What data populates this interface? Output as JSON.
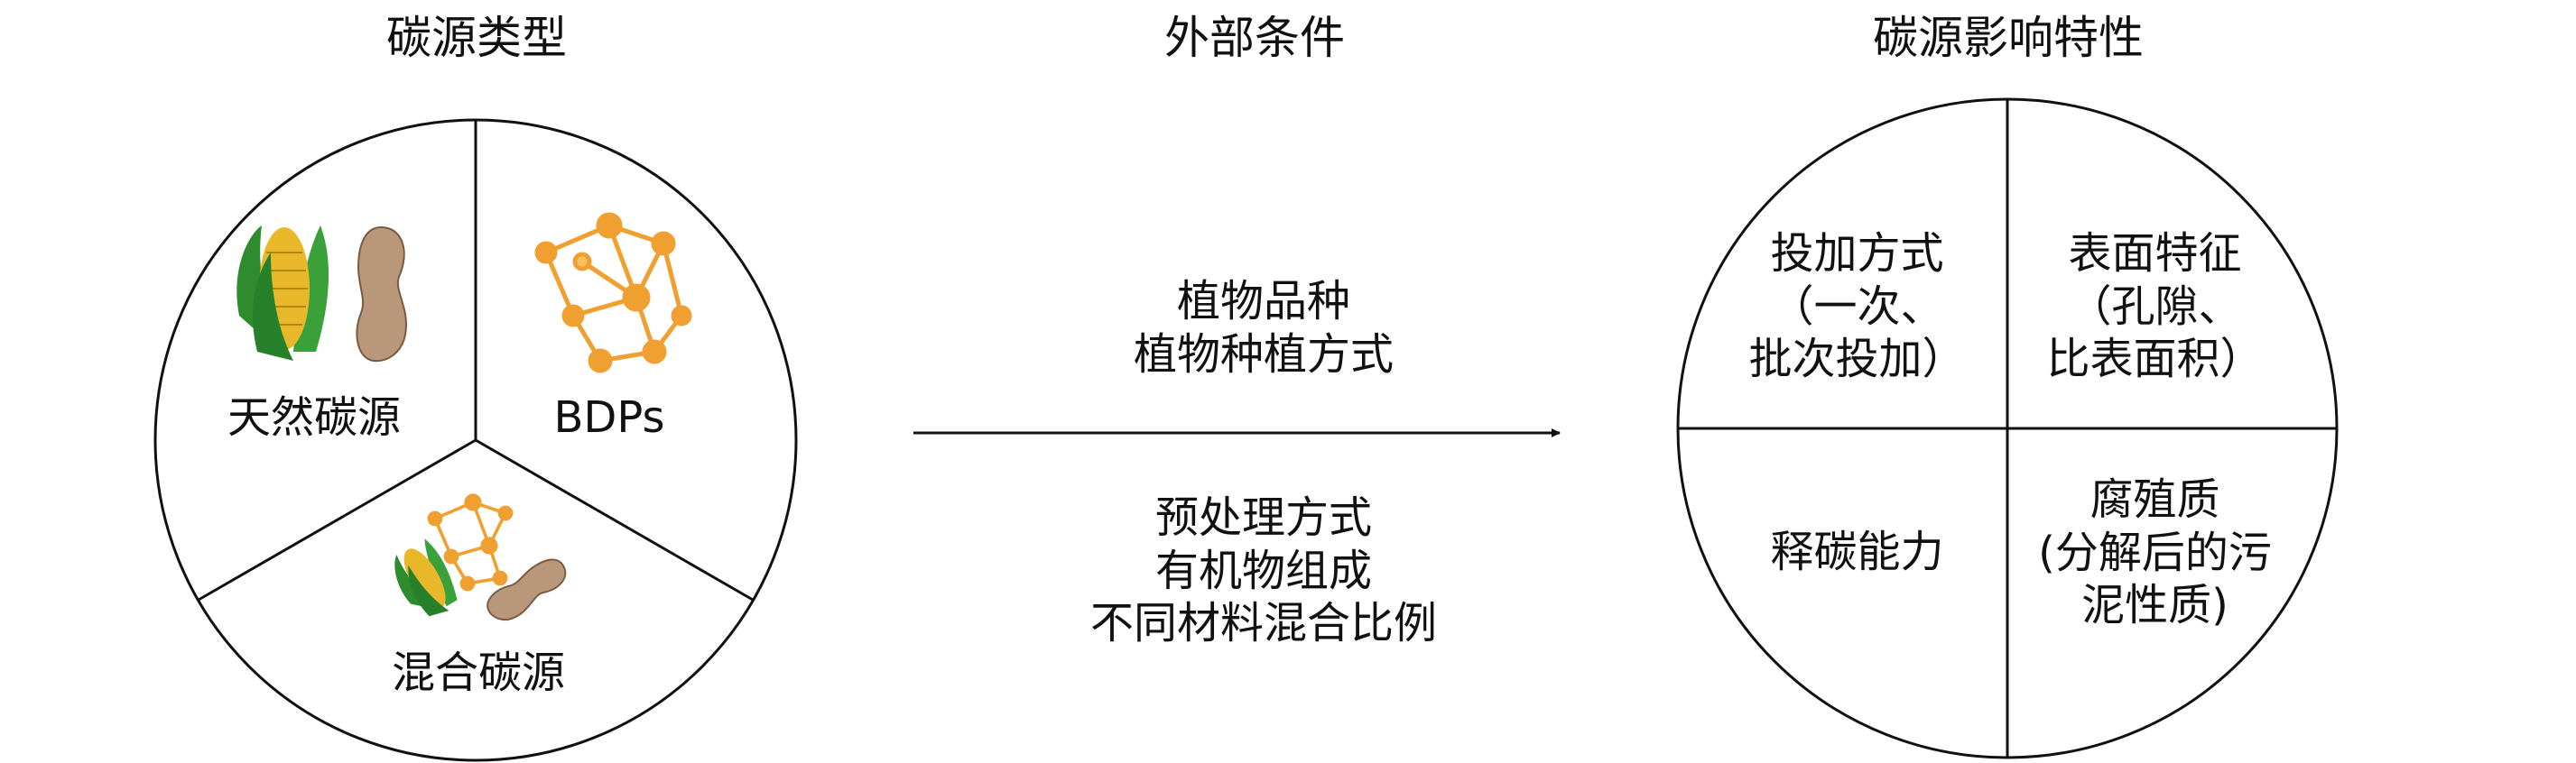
{
  "headers": {
    "carbon_source_types": "碳源类型",
    "external_conditions": "外部条件",
    "influencing_properties": "碳源影响特性"
  },
  "left_circle": {
    "natural_source": "天然碳源",
    "bdps": "BDPs",
    "mixed_source": "混合碳源"
  },
  "conditions": {
    "above": [
      "植物品种",
      "植物种植方式"
    ],
    "below": [
      "预处理方式",
      "有机物组成",
      "不同材料混合比例"
    ]
  },
  "right_circle": {
    "dosing_method": [
      "投加方式",
      "（一次、",
      "批次投加）"
    ],
    "surface_features": [
      "表面特征",
      "（孔隙、",
      "比表面积）"
    ],
    "carbon_release": "释碳能力",
    "humus": [
      "腐殖质",
      "(分解后的污",
      "泥性质)"
    ]
  },
  "colors": {
    "line": "#111111",
    "corn_green": "#2e8b2e",
    "corn_yellow": "#e8b82a",
    "peanut": "#b8977a",
    "bdps_orange": "#f0a030"
  },
  "icons": [
    "corn-icon",
    "peanut-icon",
    "molecule-network-icon",
    "arrow-icon"
  ]
}
